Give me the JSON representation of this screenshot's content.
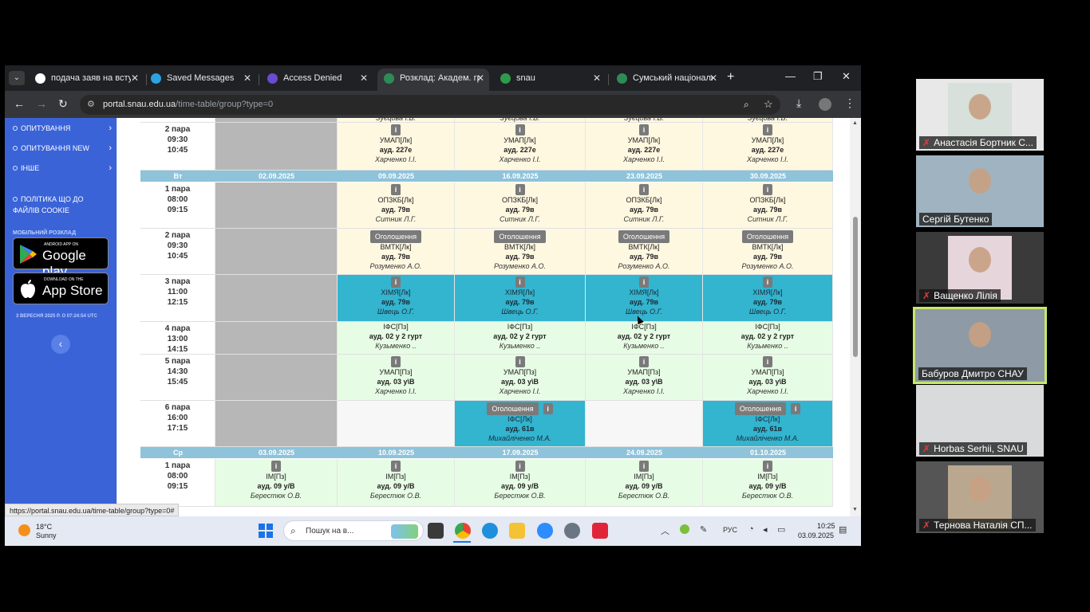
{
  "browser": {
    "tabs": [
      {
        "title": "подача заяв на вступ",
        "fav_color": "#ffffff",
        "active": false
      },
      {
        "title": "Saved Messages",
        "fav_color": "#2aa3e0",
        "active": false
      },
      {
        "title": "Access Denied",
        "fav_color": "#6a4bd1",
        "active": false
      },
      {
        "title": "Розклад: Академ. гру",
        "fav_color": "#2e8b57",
        "active": true
      },
      {
        "title": "snau",
        "fav_color": "#2e9b4a",
        "active": false
      },
      {
        "title": "Сумський національ",
        "fav_color": "#2e8b57",
        "active": false
      }
    ],
    "new_tab": "+",
    "url_host": "portal.snau.edu.ua",
    "url_path": "/time-table/group?type=0",
    "status_url": "https://portal.snau.edu.ua/time-table/group?type=0#"
  },
  "sidebar": {
    "items": [
      "ОПИТУВАННЯ",
      "ОПИТУВАННЯ NEW",
      "ІНШЕ",
      "ПОЛІТИКА ЩО ДО ФАЙЛІВ COOKIE"
    ],
    "mobile_label": "МОБІЛЬНИЙ РОЗКЛАД",
    "google_small": "ANDROID APP ON",
    "google_big": "Google play",
    "apple_small": "Download on the",
    "apple_big": "App Store",
    "date": "3 ВЕРЕСНЯ 2025 Р. О 07:24:54 UTC",
    "collapse": "‹"
  },
  "timetable": {
    "top_partial": [
      "Зуєцова І.В.",
      "Зуєцова І.В.",
      "Зуєцова І.В.",
      "Зуєцова І.В."
    ],
    "rows": [
      {
        "type": "pair",
        "label": [
          "2 пара",
          "09:30",
          "10:45"
        ],
        "cells": [
          {
            "style": "lec",
            "info": true,
            "subj": "УМАП[Лк]",
            "room": "ауд. 227е",
            "teacher": "Харченко І.І."
          },
          {
            "style": "lec",
            "info": true,
            "subj": "УМАП[Лк]",
            "room": "ауд. 227е",
            "teacher": "Харченко І.І."
          },
          {
            "style": "lec",
            "info": true,
            "subj": "УМАП[Лк]",
            "room": "ауд. 227е",
            "teacher": "Харченко І.І."
          },
          {
            "style": "lec",
            "info": true,
            "subj": "УМАП[Лк]",
            "room": "ауд. 227е",
            "teacher": "Харченко І.І."
          }
        ]
      },
      {
        "type": "day",
        "day": "Вт",
        "dates": [
          "02.09.2025",
          "09.09.2025",
          "16.09.2025",
          "23.09.2025",
          "30.09.2025"
        ]
      },
      {
        "type": "pair",
        "label": [
          "1 пара",
          "08:00",
          "09:15"
        ],
        "cells": [
          {
            "style": "lec",
            "info": true,
            "subj": "ОПЗКБ[Лк]",
            "room": "ауд. 79в",
            "teacher": "Ситник Л.Г."
          },
          {
            "style": "lec",
            "info": true,
            "subj": "ОПЗКБ[Лк]",
            "room": "ауд. 79в",
            "teacher": "Ситник Л.Г."
          },
          {
            "style": "lec",
            "info": true,
            "subj": "ОПЗКБ[Лк]",
            "room": "ауд. 79в",
            "teacher": "Ситник Л.Г."
          },
          {
            "style": "lec",
            "info": true,
            "subj": "ОПЗКБ[Лк]",
            "room": "ауд. 79в",
            "teacher": "Ситник Л.Г."
          }
        ]
      },
      {
        "type": "pair",
        "label": [
          "2 пара",
          "09:30",
          "10:45"
        ],
        "cells": [
          {
            "style": "lec",
            "announce": "Оголошення",
            "subj": "ВМТК[Лк]",
            "room": "ауд. 79в",
            "teacher": "Розуменко А.О."
          },
          {
            "style": "lec",
            "announce": "Оголошення",
            "subj": "ВМТК[Лк]",
            "room": "ауд. 79в",
            "teacher": "Розуменко А.О."
          },
          {
            "style": "lec",
            "announce": "Оголошення",
            "subj": "ВМТК[Лк]",
            "room": "ауд. 79в",
            "teacher": "Розуменко А.О."
          },
          {
            "style": "lec",
            "announce": "Оголошення",
            "subj": "ВМТК[Лк]",
            "room": "ауд. 79в",
            "teacher": "Розуменко А.О."
          }
        ]
      },
      {
        "type": "pair",
        "label": [
          "3 пара",
          "11:00",
          "12:15"
        ],
        "cells": [
          {
            "style": "cyan",
            "info": true,
            "subj": "ХІМЯ[Лк]",
            "room": "ауд. 79в",
            "teacher": "Швець О.Г."
          },
          {
            "style": "cyan",
            "info": true,
            "subj": "ХІМЯ[Лк]",
            "room": "ауд. 79в",
            "teacher": "Швець О.Г."
          },
          {
            "style": "cyan",
            "info": true,
            "subj": "ХІМЯ[Лк]",
            "room": "ауд. 79в",
            "teacher": "Швець О.Г."
          },
          {
            "style": "cyan",
            "info": true,
            "subj": "ХІМЯ[Лк]",
            "room": "ауд. 79в",
            "teacher": "Швець О.Г."
          }
        ]
      },
      {
        "type": "pair",
        "label": [
          "4 пара",
          "13:00",
          "14:15"
        ],
        "cells": [
          {
            "style": "prac",
            "subj": "ІФС[Пз]",
            "room": "ауд. 02 у 2 гурт",
            "teacher": "Кузьменко .."
          },
          {
            "style": "prac",
            "subj": "ІФС[Пз]",
            "room": "ауд. 02 у 2 гурт",
            "teacher": "Кузьменко .."
          },
          {
            "style": "prac",
            "subj": "ІФС[Пз]",
            "room": "ауд. 02 у 2 гурт",
            "teacher": "Кузьменко .."
          },
          {
            "style": "prac",
            "subj": "ІФС[Пз]",
            "room": "ауд. 02 у 2 гурт",
            "teacher": "Кузьменко .."
          }
        ]
      },
      {
        "type": "pair",
        "label": [
          "5 пара",
          "14:30",
          "15:45"
        ],
        "cells": [
          {
            "style": "prac",
            "info": true,
            "subj": "УМАП[Пз]",
            "room": "ауд. 03 у\\В",
            "teacher": "Харченко І.І."
          },
          {
            "style": "prac",
            "info": true,
            "subj": "УМАП[Пз]",
            "room": "ауд. 03 у\\В",
            "teacher": "Харченко І.І."
          },
          {
            "style": "prac",
            "info": true,
            "subj": "УМАП[Пз]",
            "room": "ауд. 03 у\\В",
            "teacher": "Харченко І.І."
          },
          {
            "style": "prac",
            "info": true,
            "subj": "УМАП[Пз]",
            "room": "ауд. 03 у\\В",
            "teacher": "Харченко І.І."
          }
        ]
      },
      {
        "type": "pair",
        "label": [
          "6 пара",
          "16:00",
          "17:15"
        ],
        "cells": [
          {
            "style": "empty"
          },
          {
            "style": "cyan",
            "announce": "Оголошення",
            "info_inline": true,
            "subj": "ІФС[Лк]",
            "room": "ауд. 61в",
            "teacher": "Михайліченко М.А."
          },
          {
            "style": "empty"
          },
          {
            "style": "cyan",
            "announce": "Оголошення",
            "info_inline": true,
            "subj": "ІФС[Лк]",
            "room": "ауд. 61в",
            "teacher": "Михайліченко М.А."
          }
        ]
      },
      {
        "type": "day",
        "day": "Ср",
        "dates": [
          "03.09.2025",
          "10.09.2025",
          "17.09.2025",
          "24.09.2025",
          "01.10.2025"
        ]
      },
      {
        "type": "pair",
        "label": [
          "1 пара",
          "08:00",
          "09:15"
        ],
        "grey_info": true,
        "grey": {
          "subj": "ІМ[Пз]",
          "room": "ауд. 09 у/В",
          "teacher": "Берестюк О.В."
        },
        "cells": [
          {
            "style": "prac",
            "info": true,
            "subj": "ІМ[Пз]",
            "room": "ауд. 09 у/В",
            "teacher": "Берестюк О.В."
          },
          {
            "style": "prac",
            "info": true,
            "subj": "ІМ[Пз]",
            "room": "ауд. 09 у/В",
            "teacher": "Берестюк О.В."
          },
          {
            "style": "prac",
            "info": true,
            "subj": "ІМ[Пз]",
            "room": "ауд. 09 у/В",
            "teacher": "Берестюк О.В."
          },
          {
            "style": "prac",
            "info": true,
            "subj": "ІМ[Пз]",
            "room": "ауд. 09 у/В",
            "teacher": "Берестюк О.В."
          }
        ]
      }
    ]
  },
  "taskbar": {
    "temp": "18°C",
    "weather": "Sunny",
    "search_placeholder": "Пошук на в...",
    "lang": "РУС",
    "time": "10:25",
    "date": "03.09.2025"
  },
  "participants": [
    {
      "name": "Анастасія Бортник С...",
      "muted": true,
      "active": false
    },
    {
      "name": "Сергій Бутенко",
      "muted": false,
      "active": false
    },
    {
      "name": "Ващенко Лілія",
      "muted": true,
      "active": false
    },
    {
      "name": "Бабуров Дмитро СНАУ",
      "muted": false,
      "active": true
    },
    {
      "name": "Horbas Serhii, SNAU",
      "muted": true,
      "active": false
    },
    {
      "name": "Тернова Наталія СП...",
      "muted": true,
      "active": false
    }
  ]
}
